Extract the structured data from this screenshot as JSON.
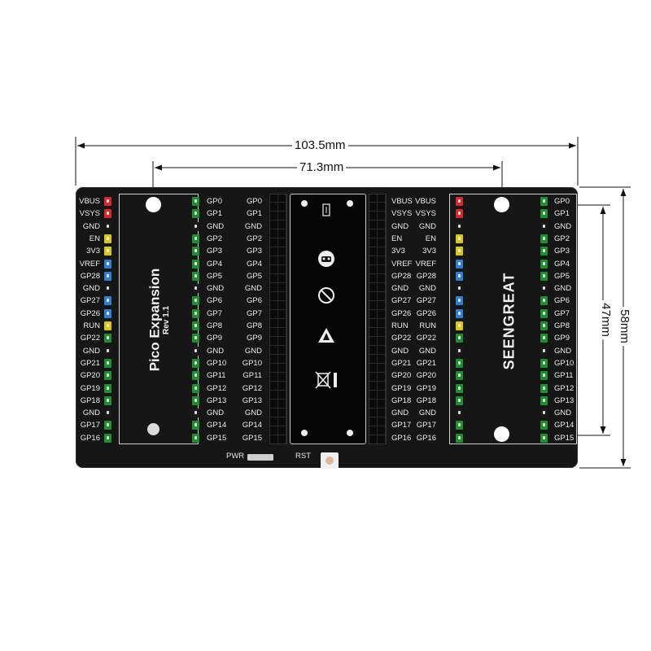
{
  "dimensions": {
    "overall_width": "103.5mm",
    "inner_width": "71.3mm",
    "overall_height": "58mm",
    "inner_height": "47mm"
  },
  "board": {
    "title": "Pico Expansion",
    "revision": "Rev 1.1",
    "brand": "SEENGREAT",
    "pwr_label": "PWR",
    "rst_label": "RST",
    "color_power": "#d9262b",
    "color_enable": "#d8c81a",
    "color_analog": "#2f7fd8",
    "color_gpio": "#1e8f2f",
    "color_ground": "#1a1a1a",
    "board_color": "#161616"
  },
  "left_pins": [
    "VBUS",
    "VSYS",
    "GND",
    "EN",
    "3V3",
    "VREF",
    "GP28",
    "GND",
    "GP27",
    "GP26",
    "RUN",
    "GP22",
    "GND",
    "GP21",
    "GP20",
    "GP19",
    "GP18",
    "GND",
    "GP17",
    "GP16"
  ],
  "right_pins": [
    "GP0",
    "GP1",
    "GND",
    "GP2",
    "GP3",
    "GP4",
    "GP5",
    "GND",
    "GP6",
    "GP7",
    "GP8",
    "GP9",
    "GND",
    "GP10",
    "GP11",
    "GP12",
    "GP13",
    "GND",
    "GP14",
    "GP15"
  ],
  "left_pin_colors": [
    "red",
    "red",
    "black",
    "yellow",
    "yellow",
    "blue",
    "blue",
    "black",
    "blue",
    "blue",
    "yellow",
    "green",
    "black",
    "green",
    "green",
    "green",
    "green",
    "black",
    "green",
    "green"
  ],
  "right_pin_colors": [
    "green",
    "green",
    "black",
    "green",
    "green",
    "green",
    "green",
    "black",
    "green",
    "green",
    "green",
    "green",
    "black",
    "green",
    "green",
    "green",
    "green",
    "black",
    "green",
    "green"
  ],
  "module_icons": [
    "usb-icon",
    "recycle-mascot-icon",
    "no-hand-icon",
    "esd-warning-icon",
    "weee-bin-icon"
  ]
}
